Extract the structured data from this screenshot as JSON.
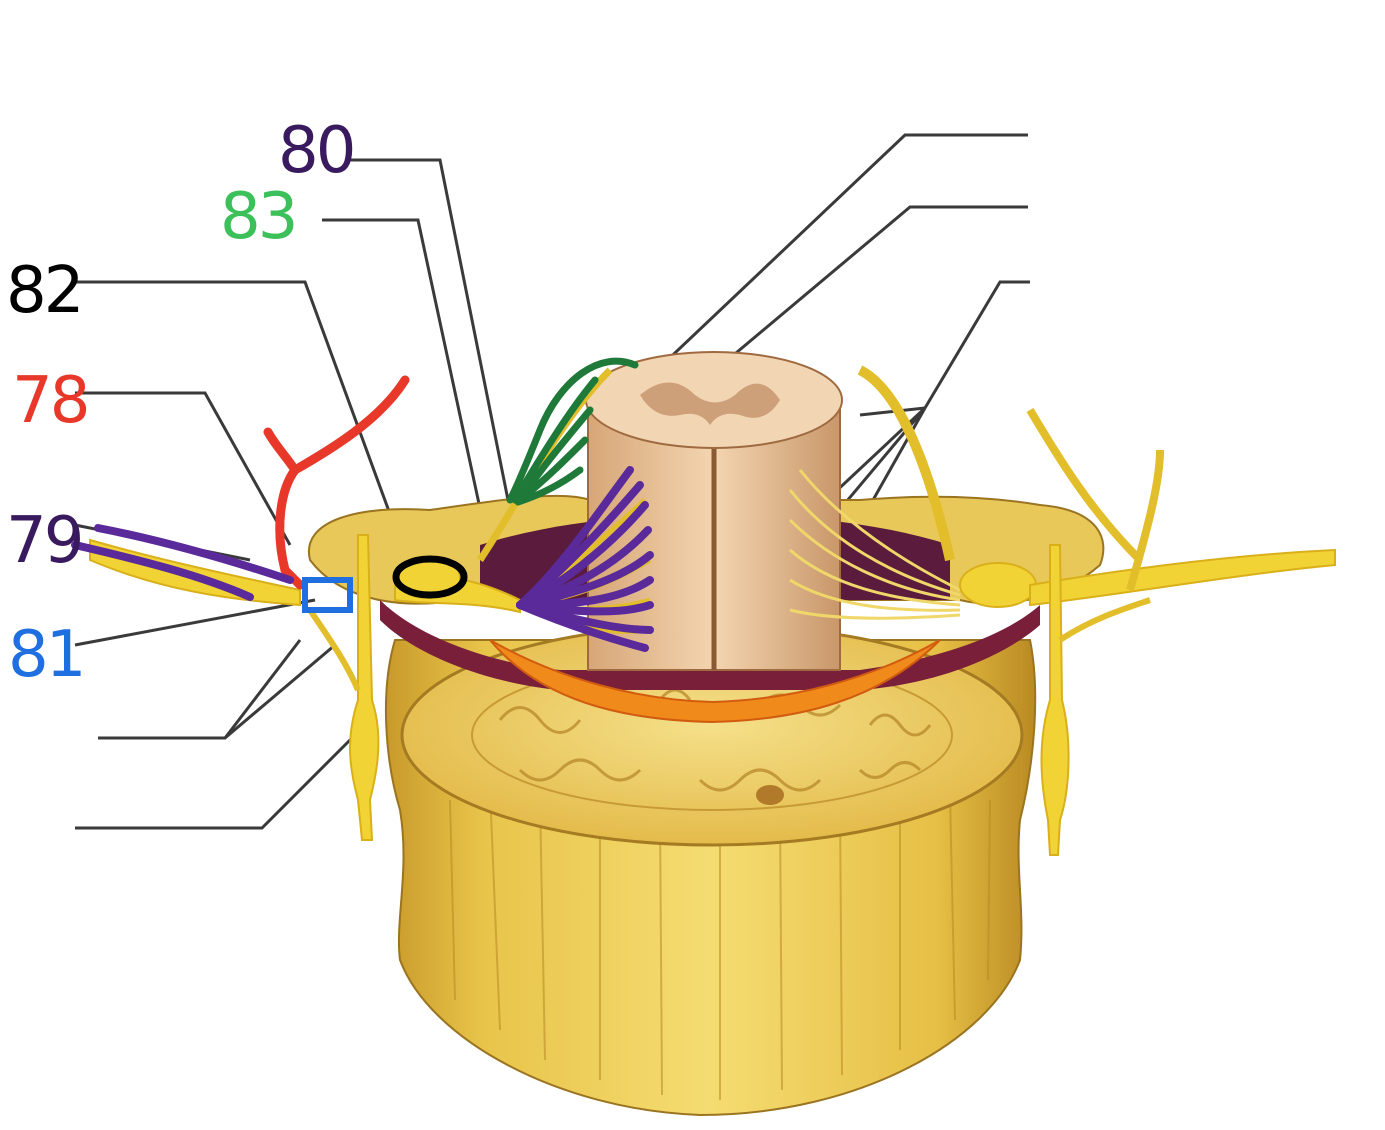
{
  "labels": {
    "l80": {
      "text": "80",
      "color": "#3a1a5e"
    },
    "l83": {
      "text": "83",
      "color": "#3cc05a"
    },
    "l82": {
      "text": "82",
      "color": "#000000"
    },
    "l78": {
      "text": "78",
      "color": "#e8382a"
    },
    "l79": {
      "text": "79",
      "color": "#3a1a5e"
    },
    "l81": {
      "text": "81",
      "color": "#1f6fe0"
    }
  },
  "annotation_colors": {
    "posterior_ramus": "#e8382a",
    "ventral_rootlets": "#5a2a9a",
    "dorsal_rootlets": "#1f7a3a",
    "spinal_ganglion": "#000000",
    "spinal_nerve": "#1f6fe0"
  }
}
